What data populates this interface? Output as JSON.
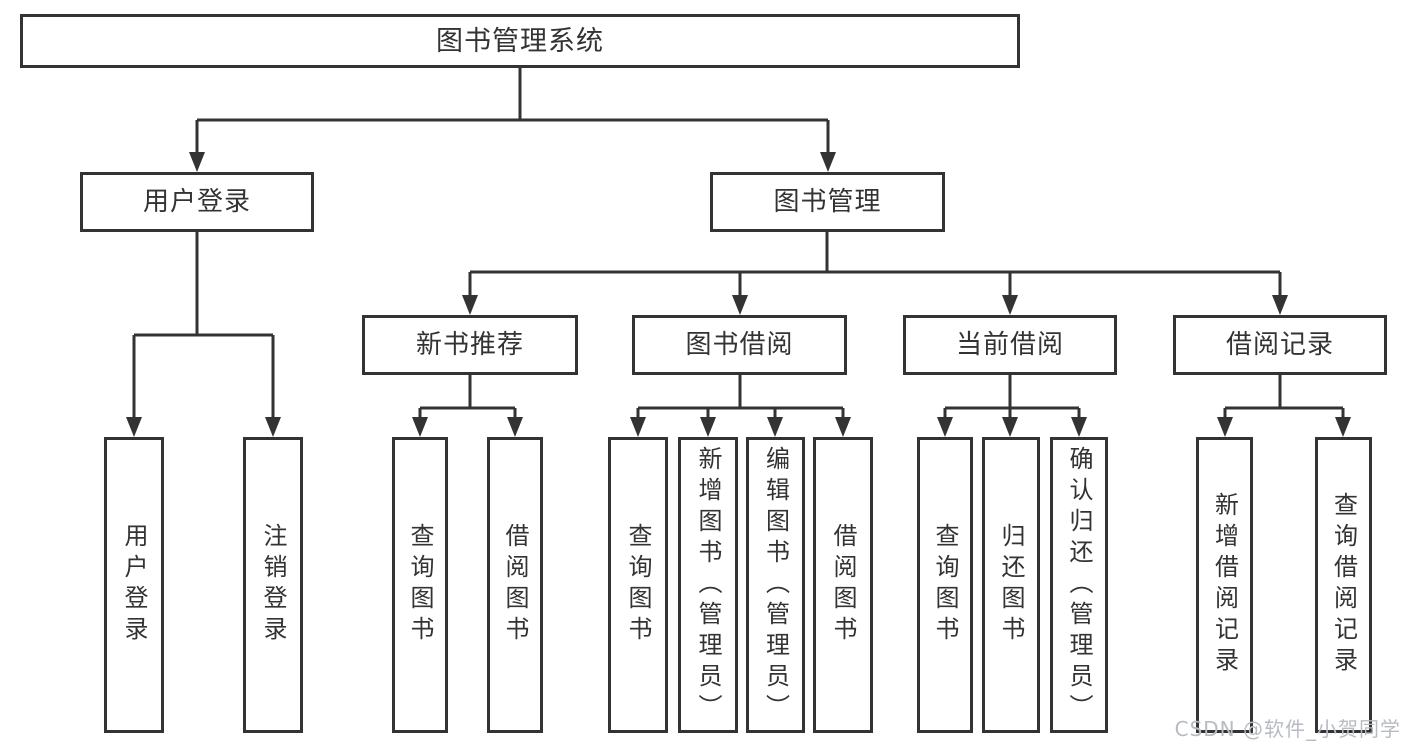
{
  "colors": {
    "line": "#333333",
    "box_border": "#333333",
    "box_background": "#ffffff",
    "text": "#333333",
    "watermark_text": "#b7bcc3",
    "page_background": "#ffffff"
  },
  "watermark": {
    "text": "CSDN @软件_小贺同学"
  },
  "tree": {
    "root": {
      "label": "图书管理系统",
      "children": [
        {
          "label": "用户登录",
          "children": [
            {
              "label": "用户登录"
            },
            {
              "label": "注销登录"
            }
          ]
        },
        {
          "label": "图书管理",
          "children": [
            {
              "label": "新书推荐",
              "children": [
                {
                  "label": "查询图书"
                },
                {
                  "label": "借阅图书"
                }
              ]
            },
            {
              "label": "图书借阅",
              "children": [
                {
                  "label": "查询图书"
                },
                {
                  "label": "新增图书（管理员）"
                },
                {
                  "label": "编辑图书（管理员）"
                },
                {
                  "label": "借阅图书"
                }
              ]
            },
            {
              "label": "当前借阅",
              "children": [
                {
                  "label": "查询图书"
                },
                {
                  "label": "归还图书"
                },
                {
                  "label": "确认归还（管理员）"
                }
              ]
            },
            {
              "label": "借阅记录",
              "children": [
                {
                  "label": "新增借阅记录"
                },
                {
                  "label": "查询借阅记录"
                }
              ]
            }
          ]
        }
      ]
    }
  }
}
